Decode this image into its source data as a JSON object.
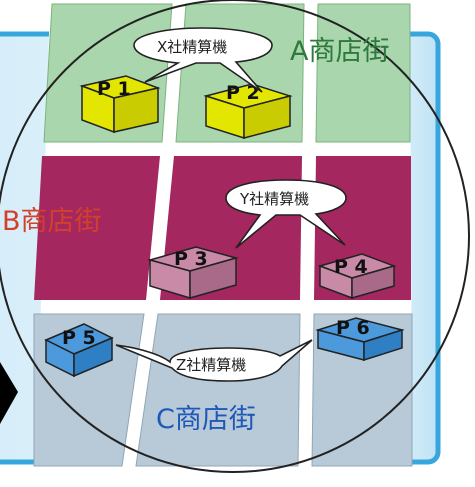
{
  "districts": {
    "a": {
      "label": "A商店街",
      "color": "#2d7a3c",
      "fill": "#a9d6ad"
    },
    "b": {
      "label": "B商店街",
      "color": "#d2402c",
      "fill": "#a4275f"
    },
    "c": {
      "label": "C商店街",
      "color": "#1f58b8",
      "fill": "#b8cad7"
    }
  },
  "machines": {
    "x": {
      "label": "X社精算機"
    },
    "y": {
      "label": "Y社精算機"
    },
    "z": {
      "label": "Z社精算機"
    }
  },
  "parking": [
    {
      "label": "P 1",
      "color": "#e3e600"
    },
    {
      "label": "P 2",
      "color": "#e3e600"
    },
    {
      "label": "P 3",
      "color": "#c98aa8"
    },
    {
      "label": "P 4",
      "color": "#c98aa8"
    },
    {
      "label": "P 5",
      "color": "#4c99dc"
    },
    {
      "label": "P 6",
      "color": "#4c99dc"
    }
  ],
  "colors": {
    "frame": "#37a6dc",
    "road": "#ffffff",
    "outline": "#222222",
    "arrow": "#000000"
  }
}
